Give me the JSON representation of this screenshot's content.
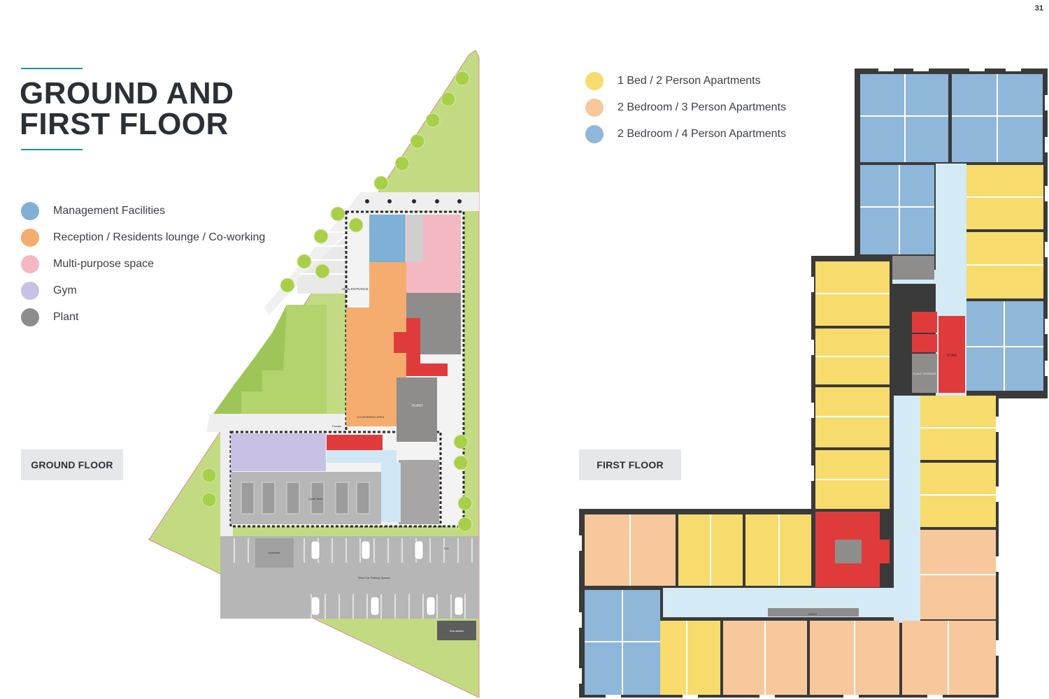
{
  "page_number": "31",
  "title": {
    "line1": "GROUND AND",
    "line2": "FIRST FLOOR"
  },
  "legend_ground": [
    {
      "label": "Management Facilities",
      "color": "#7fb0d6"
    },
    {
      "label": "Reception / Residents lounge / Co-working",
      "color": "#f4ad6f"
    },
    {
      "label": "Multi-purpose space",
      "color": "#f3b8c1"
    },
    {
      "label": "Gym",
      "color": "#c9c1e3"
    },
    {
      "label": "Plant",
      "color": "#8f8c8c"
    }
  ],
  "legend_first": [
    {
      "label": "1 Bed / 2 Person Apartments",
      "color": "#f7db6d"
    },
    {
      "label": "2 Bedroom / 3 Person Apartments",
      "color": "#f7c89c"
    },
    {
      "label": "2 Bedroom / 4 Person Apartments",
      "color": "#8fb7d9"
    }
  ],
  "ground_floor_label": "GROUND FLOOR",
  "first_floor_label": "FIRST FLOOR",
  "ground_plan": {
    "main_entrance": "MAIN ENTRANCE",
    "plant": "PLANT",
    "co_working": "CO-WORKING AREA",
    "escape": "Escape",
    "car_parking": "26no Car Parking Spaces",
    "sub_station": "Sub-station",
    "accessible": "Accessible",
    "ev": "EVC",
    "cycle_store": "Cycle Store"
  },
  "first_plan": {
    "riser": "RISER",
    "stair": "STAIR",
    "plant_storage": "PLANT STORAGE"
  }
}
